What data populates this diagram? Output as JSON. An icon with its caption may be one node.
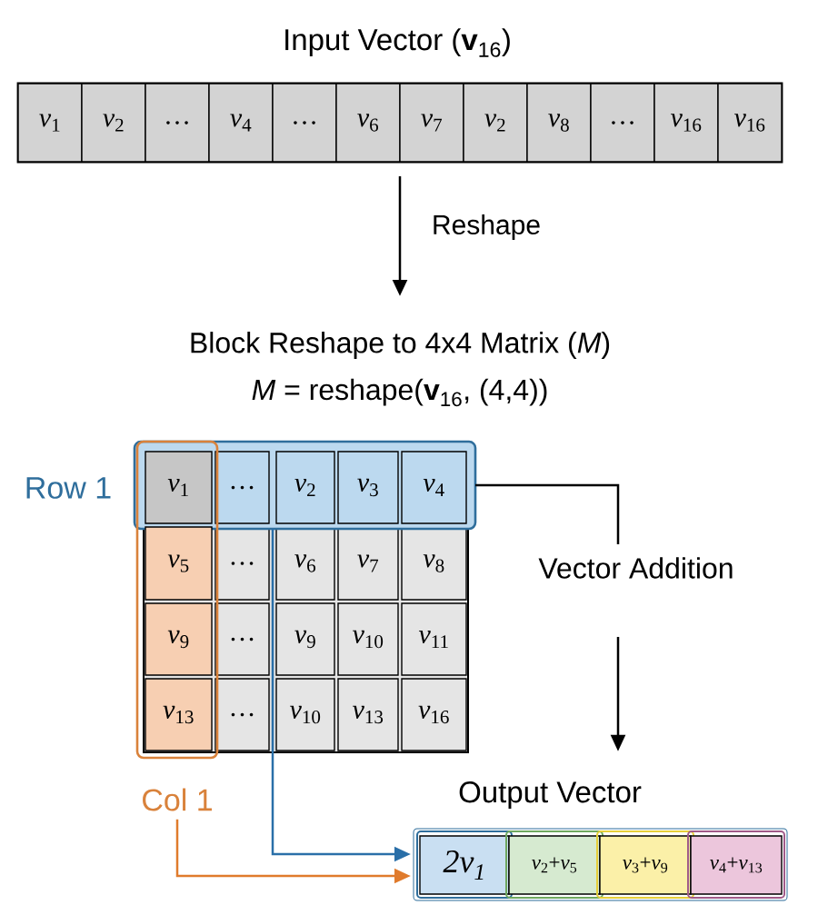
{
  "diagram": {
    "nodes": [
      {
        "text": [
          "Input Vector (**v**$_{16}$)"
        ]
      },
      {
        "text": [
          "*v*$_{1}$"
        ],
        "in": 0
      },
      {
        "text": [
          "*v*$_{2}$"
        ],
        "in": 0
      },
      {
        "text": [
          "…"
        ],
        "in": 0
      },
      {
        "text": [
          "*v*$_{4}$"
        ],
        "in": 0
      },
      {
        "text": [
          "…"
        ],
        "in": 0
      },
      {
        "text": [
          "*v*$_{6}$"
        ],
        "in": 0
      },
      {
        "text": [
          "*v*$_{7}$"
        ],
        "in": 0
      },
      {
        "text": [
          "*v*$_{2}$"
        ],
        "in": 0
      },
      {
        "text": [
          "*v*$_{8}$"
        ],
        "in": 0
      },
      {
        "text": [
          "…"
        ],
        "in": 0
      },
      {
        "text": [
          "*v*$_{16}$"
        ],
        "in": 0
      },
      {
        "text": [
          "*v*$_{16}$"
        ],
        "in": 0
      },
      {
        "text": [
          "Block Reshape to 4x4 Matrix (*M*)",
          "*M* = reshape(**v**$_{16}$, (4,4))"
        ]
      },
      {
        "text": [
          "Row 1"
        ]
      },
      {
        "text": [
          "Col 1"
        ]
      },
      {
        "text": [
          "*v*$_{1}$"
        ]
      },
      {
        "text": [
          "…"
        ],
        "in": 14
      },
      {
        "text": [
          "*v*$_{2}$"
        ],
        "in": 14
      },
      {
        "text": [
          "*v*$_{3}$"
        ],
        "in": 14
      },
      {
        "text": [
          "*v*$_{4}$"
        ],
        "in": 14
      },
      {
        "text": [
          "*v*$_{5}$"
        ],
        "in": 15
      },
      {
        "text": [
          "…"
        ],
        "in": 13
      },
      {
        "text": [
          "*v*$_{6}$"
        ],
        "in": 13
      },
      {
        "text": [
          "*v*$_{7}$"
        ],
        "in": 13
      },
      {
        "text": [
          "*v*$_{8}$"
        ],
        "in": 13
      },
      {
        "text": [
          "*v*$_{9}$"
        ],
        "in": 15
      },
      {
        "text": [
          "…"
        ],
        "in": 13
      },
      {
        "text": [
          "*v*$_{9}$"
        ],
        "in": 13
      },
      {
        "text": [
          "*v*$_{10}$"
        ],
        "in": 13
      },
      {
        "text": [
          "*v*$_{11}$"
        ],
        "in": 13
      },
      {
        "text": [
          "*v*$_{13}$"
        ],
        "in": 15
      },
      {
        "text": [
          "…"
        ],
        "in": 13
      },
      {
        "text": [
          "*v*$_{10}$"
        ],
        "in": 13
      },
      {
        "text": [
          "*v*$_{13}$"
        ],
        "in": 13
      },
      {
        "text": [
          "*v*$_{16}$"
        ],
        "in": 13
      },
      {
        "text": [
          "Vector Addition"
        ]
      },
      {
        "text": [
          "Output Vector"
        ]
      },
      {
        "text": [
          "2v$_{1}$"
        ],
        "in": 37
      },
      {
        "text": [
          "*v*$_{2}$+*v*$_{5}$"
        ],
        "in": 37
      },
      {
        "text": [
          "*v*$_{3}$+*v*$_{9}$"
        ],
        "in": 37
      },
      {
        "text": [
          "*v*$_{4}$+*v*$_{13}$"
        ],
        "in": 37
      }
    ],
    "edges": [
      {
        "from": 0,
        "to": 13,
        "arrow": "to",
        "label": "Reshape"
      },
      {
        "from": 14,
        "to": 36,
        "arrow": "none"
      },
      {
        "from": 36,
        "to": 37,
        "arrow": "to"
      },
      {
        "from": 14,
        "to": 38,
        "arrow": "to",
        "color": "#2a6fa8"
      },
      {
        "from": 15,
        "to": 38,
        "arrow": "to",
        "color": "#e07b2c"
      }
    ]
  }
}
